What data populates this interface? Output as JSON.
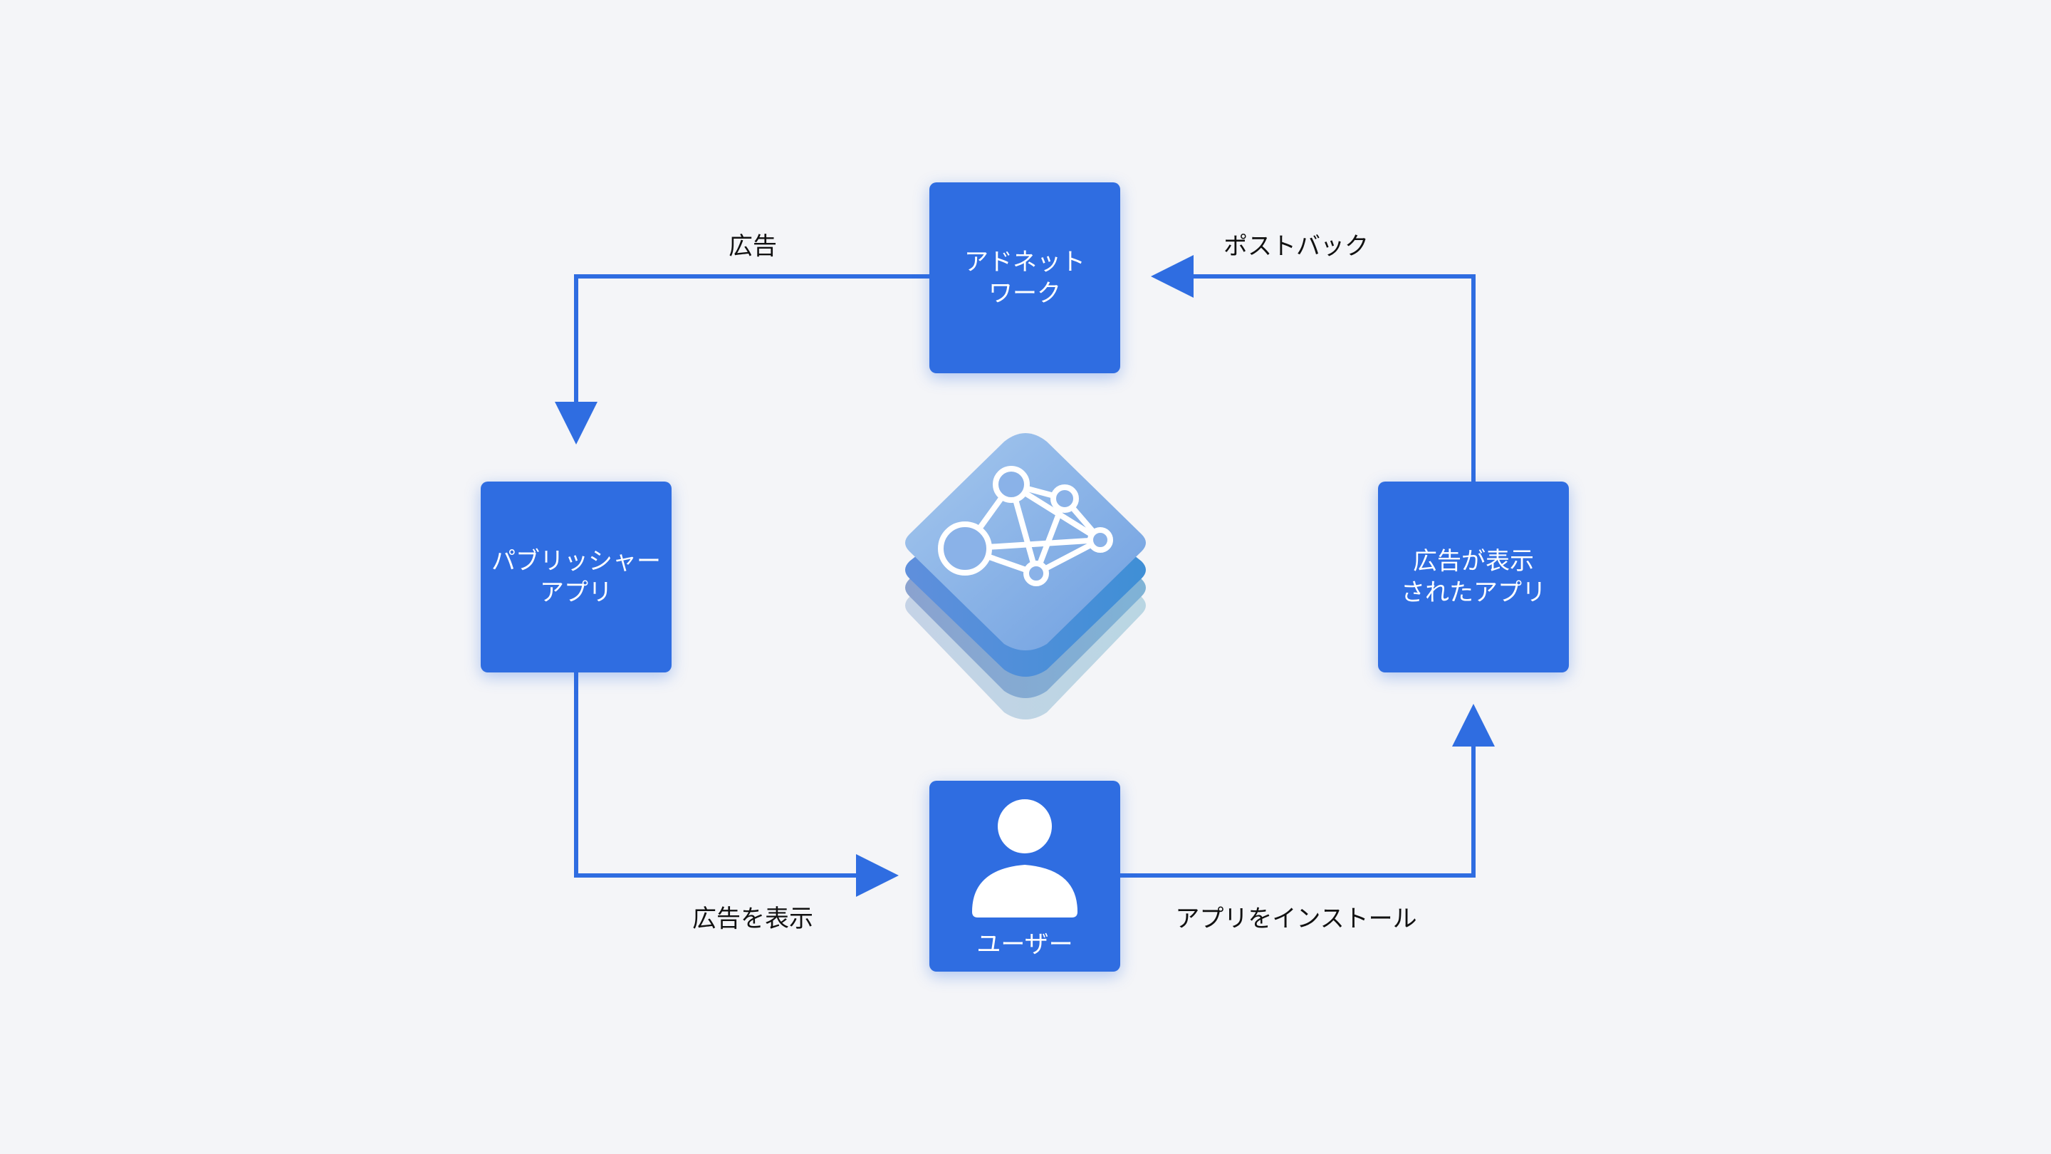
{
  "nodes": {
    "ad_network": {
      "lines": [
        "アドネット",
        "ワーク"
      ]
    },
    "publisher_app": {
      "lines": [
        "パブリッシャー",
        "アプリ"
      ]
    },
    "advertised_app": {
      "lines": [
        "広告が表示",
        "されたアプリ"
      ]
    },
    "user": {
      "label": "ユーザー"
    }
  },
  "edges": {
    "ad": "広告",
    "postback": "ポストバック",
    "show_ad": "広告を表示",
    "install_app": "アプリをインストール"
  },
  "colors": {
    "background": "#f4f5f8",
    "node_fill": "#2f6de1",
    "arrow": "#2f6de1",
    "label_text": "#111111"
  },
  "icons": {
    "center": "skadnetwork-network-icon",
    "user": "person-silhouette-icon"
  }
}
